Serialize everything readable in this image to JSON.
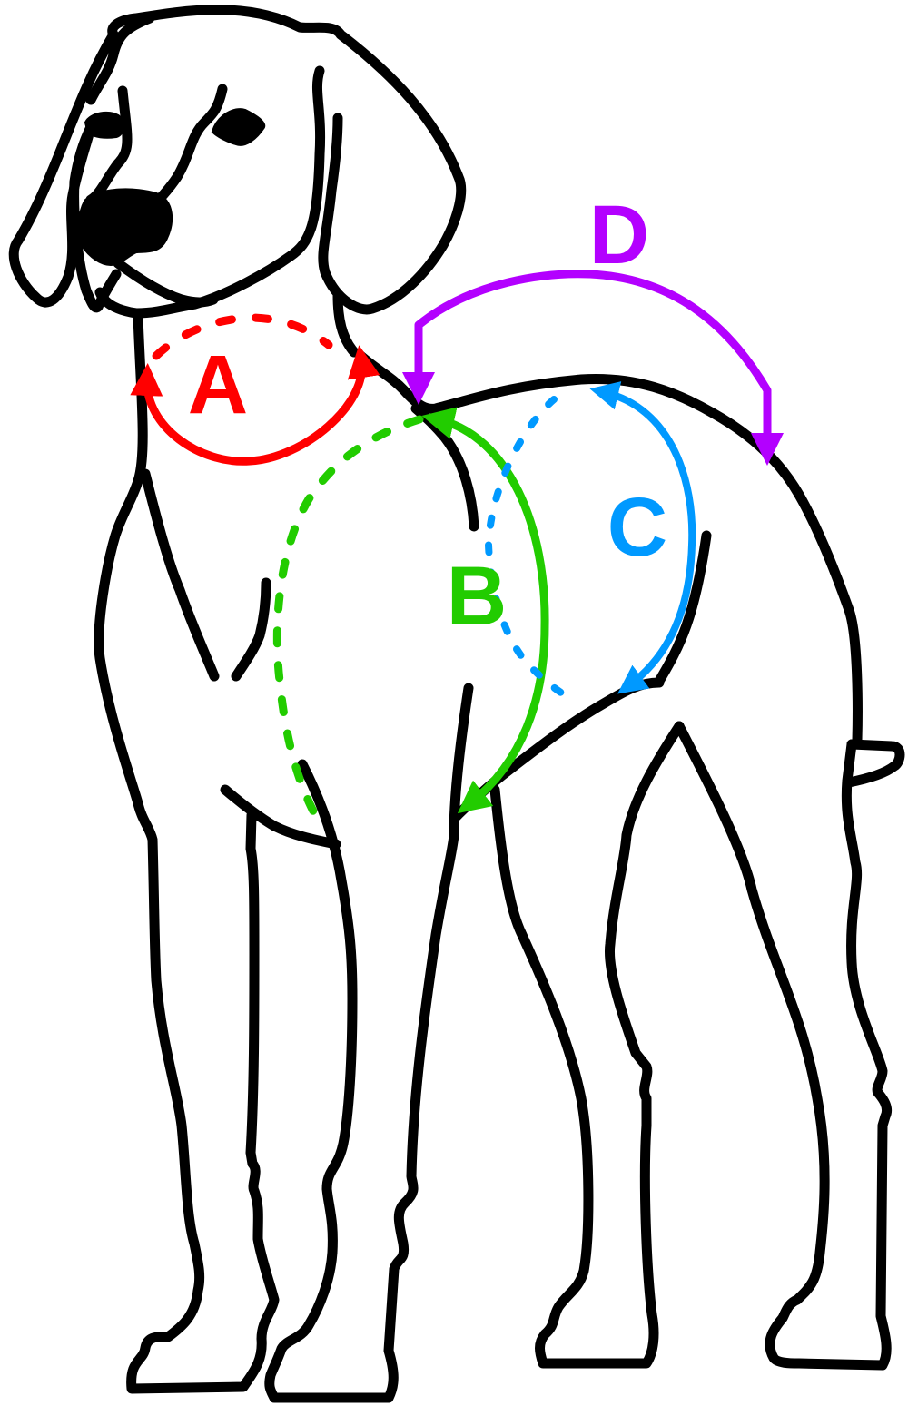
{
  "labels": {
    "neck": "A",
    "chest": "B",
    "waist": "C",
    "back_length": "D"
  },
  "colors": {
    "outline": "#000000",
    "neck": "#ff0000",
    "chest": "#22cc00",
    "waist": "#0099ff",
    "back_length": "#b300ff"
  },
  "icons": [
    "dog-outline",
    "neck-measure-arrow",
    "chest-measure-arrow",
    "waist-measure-arrow",
    "back-length-arrow"
  ]
}
